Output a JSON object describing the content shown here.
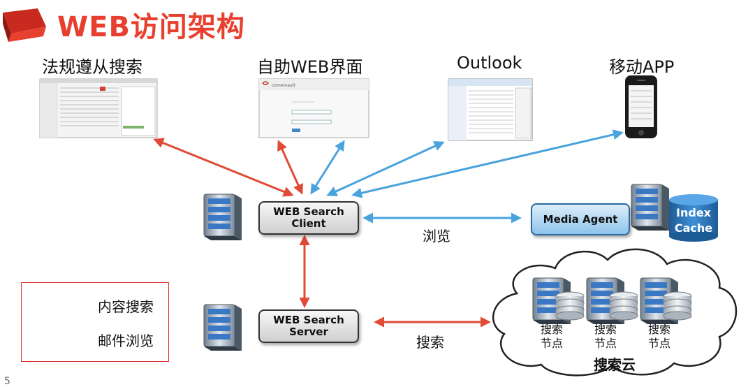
{
  "title": "WEB访问架构",
  "clients": {
    "compliance": "法规遵从搜索",
    "web_ui": "自助WEB界面",
    "outlook": "Outlook",
    "mobile": "移动APP"
  },
  "thumbnails": {
    "web_ui_brand": "commvault"
  },
  "boxes": {
    "client": "WEB Search\nClient",
    "server": "WEB Search\nServer",
    "media_agent": "Media Agent",
    "index_cache": "Index\nCache"
  },
  "edge_labels": {
    "browse": "浏览",
    "search": "搜索"
  },
  "cloud": {
    "title": "搜索云",
    "nodes": [
      "搜索\n节点",
      "搜索\n节点",
      "搜索\n节点"
    ]
  },
  "legend": {
    "content_search": "内容搜索",
    "mail_browse": "邮件浏览"
  },
  "colors": {
    "red": "#e04a36",
    "blue": "#4aa3dd",
    "title_red": "#e8402f"
  },
  "page_number": "5"
}
